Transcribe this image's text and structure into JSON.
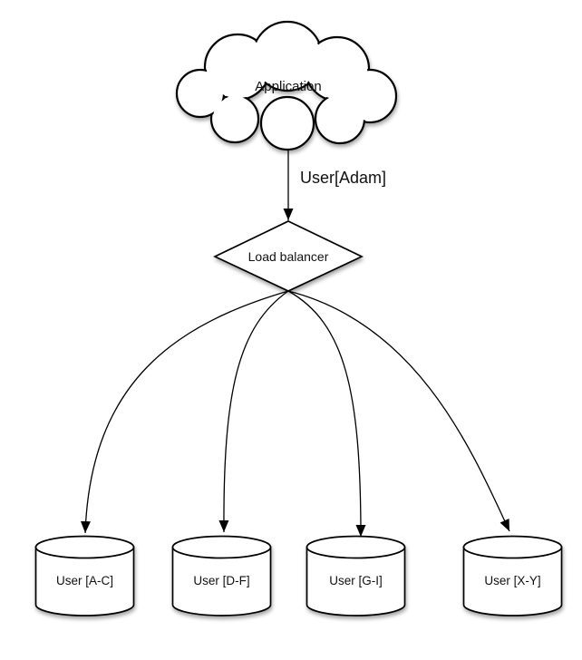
{
  "diagram": {
    "background": "#ffffff",
    "stroke_color": "#000000",
    "shape_fill": "#ffffff",
    "text_color": "#111111",
    "nodes": {
      "application": {
        "label": "Application",
        "shape": "cloud"
      },
      "load_balancer": {
        "label": "Load balancer",
        "shape": "diamond"
      },
      "shards": [
        {
          "label": "User [A-C]",
          "shape": "cylinder"
        },
        {
          "label": "User [D-F]",
          "shape": "cylinder"
        },
        {
          "label": "User [G-I]",
          "shape": "cylinder"
        },
        {
          "label": "User [X-Y]",
          "shape": "cylinder"
        }
      ]
    },
    "edges": {
      "app_to_lb_label": "User[Adam]"
    }
  }
}
